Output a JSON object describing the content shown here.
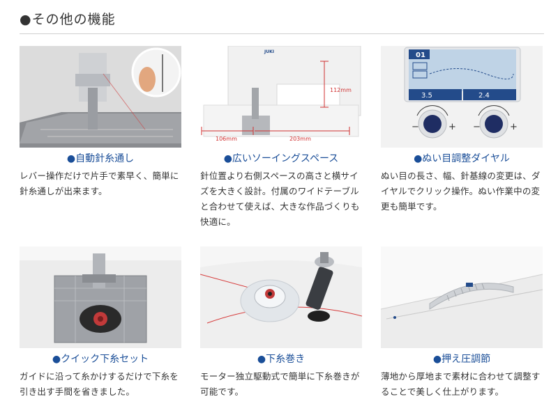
{
  "header": {
    "title": "●その他の機能"
  },
  "features": [
    {
      "caption": "●自動針糸通し",
      "description": "レバー操作だけで片手で素早く、簡単に針糸通しが出来ます。"
    },
    {
      "caption": "●広いソーイングスペース",
      "description": "針位置より右側スペースの高さと横サイズを大きく設計。付属のワイドテーブルと合わせて使えば、大きな作品づくりも快適に。",
      "dims": {
        "height": "112mm",
        "left": "106mm",
        "right": "203mm",
        "brand": "JUKI"
      }
    },
    {
      "caption": "●ぬい目調整ダイヤル",
      "description": "ぬい目の長さ、幅、針基線の変更は、ダイヤルでクリック操作。ぬい作業中の変更も簡単です。",
      "lcd": {
        "pattern_no": "01",
        "width_value": "3.5",
        "length_value": "2.4",
        "minus": "−",
        "plus": "+"
      }
    },
    {
      "caption": "●クイック下糸セット",
      "description": "ガイドに沿って糸かけするだけで下糸を引き出す手間を省きました。"
    },
    {
      "caption": "●下糸巻き",
      "description": "モーター独立駆動式で簡単に下糸巻きが可能です。"
    },
    {
      "caption": "●押え圧調節",
      "description": "薄地から厚地まで素材に合わせて調整することで美しく仕上がります。"
    }
  ]
}
